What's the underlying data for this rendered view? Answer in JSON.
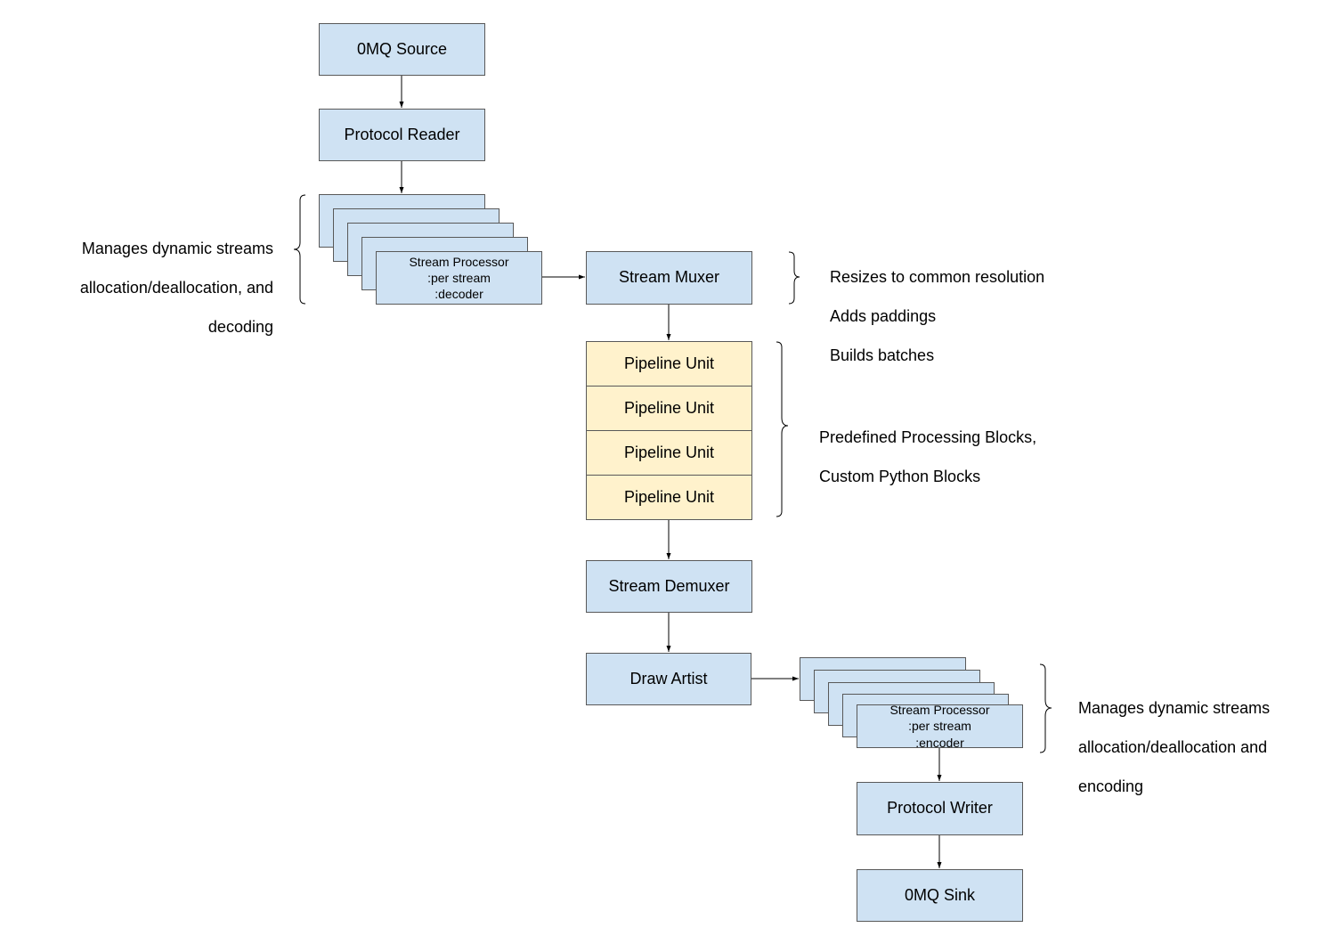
{
  "colors": {
    "box_blue": "#cfe2f3",
    "box_yellow": "#fff2cc",
    "line": "#000000"
  },
  "nodes": {
    "zmq_source": "0MQ Source",
    "protocol_reader": "Protocol Reader",
    "decoder_processor": {
      "line1": "Stream Processor",
      "line2": ":per stream",
      "line3": ":decoder"
    },
    "stream_muxer": "Stream Muxer",
    "pipeline_units": [
      "Pipeline Unit",
      "Pipeline Unit",
      "Pipeline Unit",
      "Pipeline Unit"
    ],
    "stream_demuxer": "Stream Demuxer",
    "draw_artist": "Draw Artist",
    "encoder_processor": {
      "line1": "Stream Processor",
      "line2": ":per stream",
      "line3": ":encoder"
    },
    "protocol_writer": "Protocol Writer",
    "zmq_sink": "0MQ Sink"
  },
  "notes": {
    "decoder_note": [
      "Manages dynamic streams",
      "allocation/deallocation, and",
      "decoding"
    ],
    "muxer_note": [
      "Resizes to common resolution",
      "Adds paddings",
      "Builds batches"
    ],
    "pipeline_note": [
      "Predefined Processing Blocks,",
      "Custom Python Blocks"
    ],
    "encoder_note": [
      "Manages dynamic streams",
      "allocation/deallocation and",
      "encoding"
    ]
  }
}
